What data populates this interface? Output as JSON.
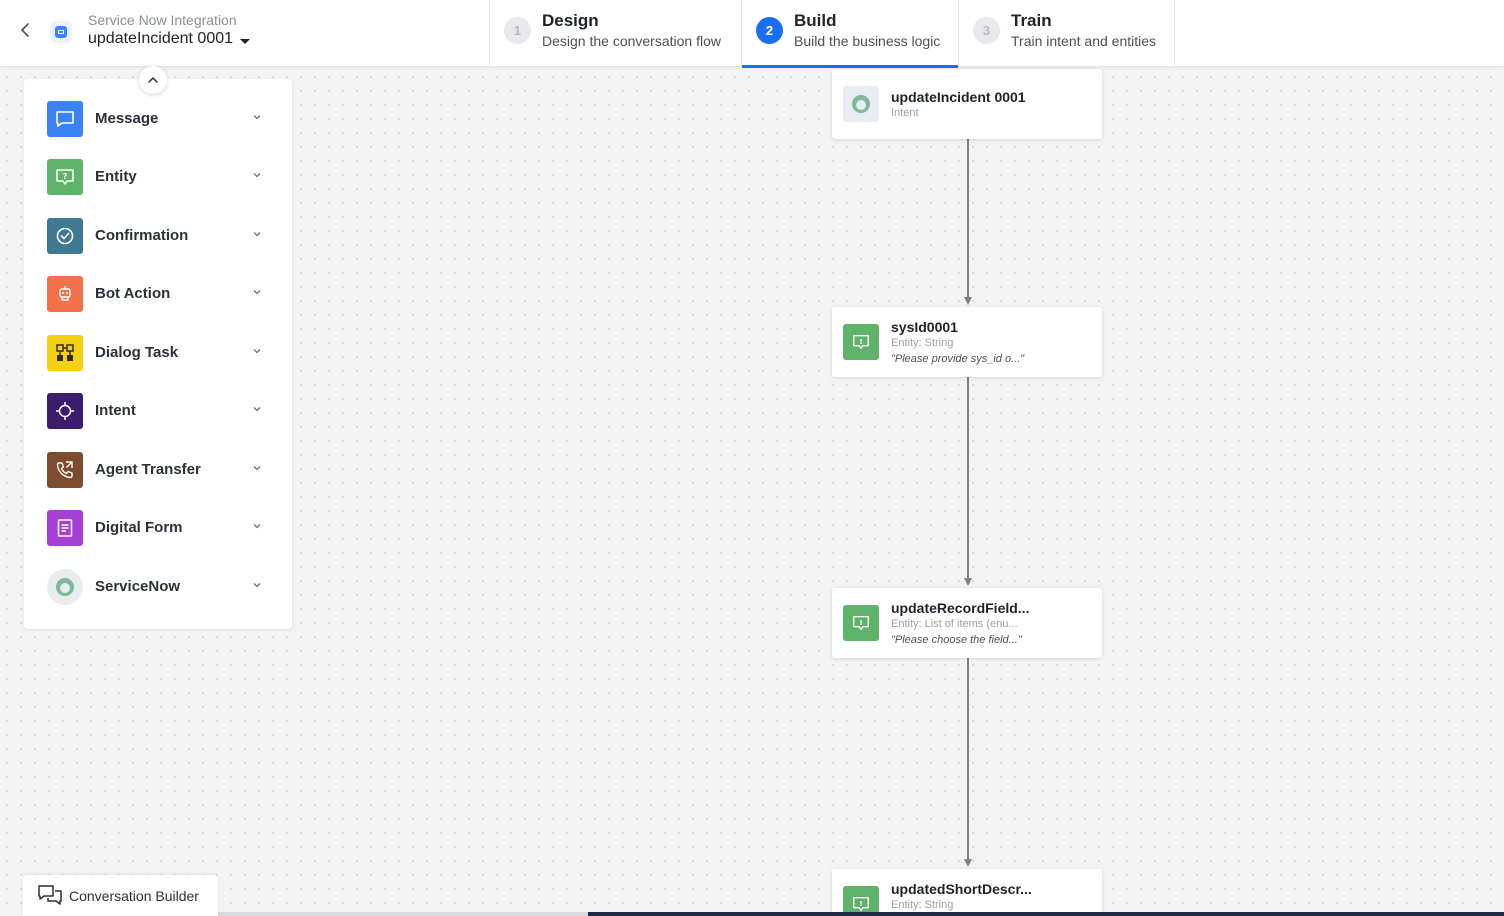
{
  "header": {
    "app_name": "Service Now Integration",
    "task_name": "updateIncident 0001",
    "steps": [
      {
        "num": "1",
        "title": "Design",
        "subtitle": "Design the conversation flow"
      },
      {
        "num": "2",
        "title": "Build",
        "subtitle": "Build the business logic",
        "active": true
      },
      {
        "num": "3",
        "title": "Train",
        "subtitle": "Train intent and entities"
      }
    ]
  },
  "palette": {
    "items": [
      {
        "label": "Message",
        "icon": "message-icon",
        "color": "#3b82f6"
      },
      {
        "label": "Entity",
        "icon": "entity-icon",
        "color": "#5fb26a"
      },
      {
        "label": "Confirmation",
        "icon": "check-circle-icon",
        "color": "#3f7991"
      },
      {
        "label": "Bot Action",
        "icon": "bot-icon",
        "color": "#f2704a"
      },
      {
        "label": "Dialog Task",
        "icon": "dialog-task-icon",
        "color": "#f6d013"
      },
      {
        "label": "Intent",
        "icon": "intent-icon",
        "color": "#3b1d6e"
      },
      {
        "label": "Agent Transfer",
        "icon": "agent-transfer-icon",
        "color": "#7d4b2e"
      },
      {
        "label": "Digital Form",
        "icon": "form-icon",
        "color": "#a43fd7"
      },
      {
        "label": "ServiceNow",
        "icon": "servicenow-icon",
        "color": "#e9ecee"
      }
    ]
  },
  "nodes": [
    {
      "title": "updateIncident 0001",
      "subtitle": "Intent"
    },
    {
      "title": "sysId0001",
      "subtitle": "Entity: String",
      "prompt": "\"Please provide sys_id o...\""
    },
    {
      "title": "updateRecordField...",
      "subtitle": "Entity: List of items (enu...",
      "prompt": "\"Please choose the field...\""
    },
    {
      "title": "updatedShortDescr...",
      "subtitle": "Entity: String"
    }
  ],
  "footer": {
    "label": "Conversation Builder"
  }
}
